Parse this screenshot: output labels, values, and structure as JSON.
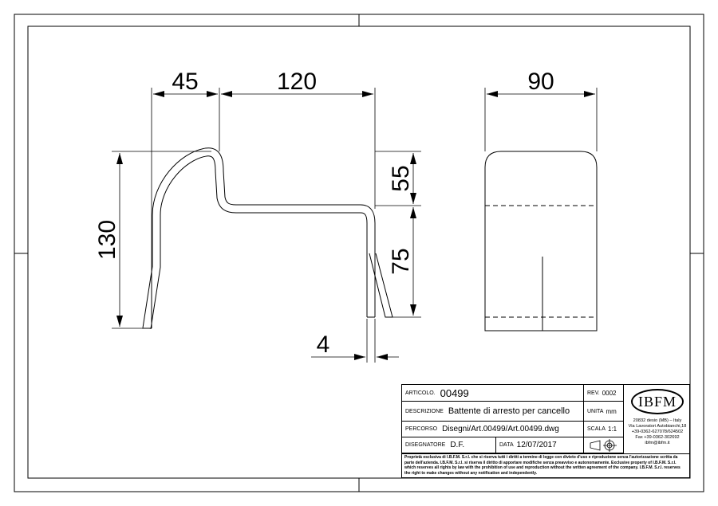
{
  "dimensions": {
    "d45": "45",
    "d120": "120",
    "d90": "90",
    "d130": "130",
    "d55": "55",
    "d75": "75",
    "d4": "4"
  },
  "title_block": {
    "articolo_label": "ARTICOLO.",
    "articolo": "00499",
    "rev_label": "REV.",
    "rev": "0002",
    "descrizione_label": "DESCRIZIONE",
    "descrizione": "Battente di arresto per cancello",
    "unita_label": "UNITA",
    "unita": "mm",
    "percorso_label": "PERCORSO",
    "percorso": "Disegni/Art.00499/Art.00499.dwg",
    "scala_label": "SCALA",
    "scala": "1:1",
    "disegnatore_label": "DISEGNATORE",
    "disegnatore": "D.F.",
    "data_label": "DATA",
    "data": "12/07/2017",
    "logo": "IBFM",
    "address": [
      "20832 desio (MB) – Italy",
      "Via Lavoratori Autobianchi,18",
      "+39-0362-627078/624502",
      "Fax +39-0362-302692",
      "ibfm@ibfm.it"
    ],
    "legal": "Proprietà esclusiva di I.B.F.M. S.r.l. che si riserva tutti i diritti a termine di legge con divieto d'uso e riproduzione senza l'autorizzazione scritta da parte dell'azienda. I.B.F.M. S.r.l. si riserva il diritto di apportare modifiche senza preavviso e autonomamente. Exclusive property of I.B.F.M. S.r.l. which reserves all rights by law with the prohibition of use and reproduction without the written agreement of the company. I.B.F.M. S.r.l. reserves the right to make changes without any notification and independently."
  }
}
